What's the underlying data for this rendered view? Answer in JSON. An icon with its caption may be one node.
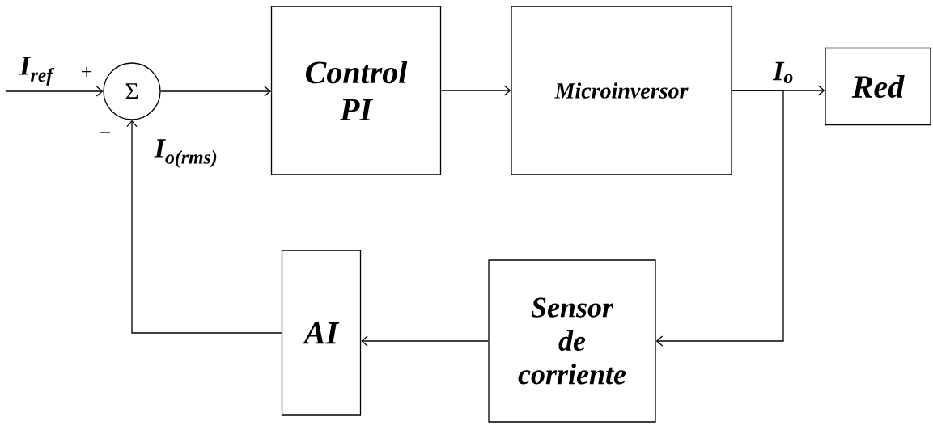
{
  "diagram": {
    "nodes": [
      {
        "text": [
          "Σ"
        ]
      },
      {
        "text": [
          "Control PI"
        ]
      },
      {
        "text": [
          "Microinversor"
        ]
      },
      {
        "text": [
          "Red"
        ]
      },
      {
        "text": [
          "AI"
        ]
      },
      {
        "text": [
          "Sensor de corriente"
        ]
      }
    ],
    "edges": [
      {
        "from": null,
        "to": 0,
        "arrow": "to"
      },
      {
        "from": 0,
        "to": 1,
        "arrow": "to"
      },
      {
        "from": 1,
        "to": 2,
        "arrow": "to"
      },
      {
        "from": 2,
        "to": 3,
        "arrow": "to"
      },
      {
        "from": 2,
        "to": 5,
        "arrow": "to"
      },
      {
        "from": 5,
        "to": 4,
        "arrow": "to"
      },
      {
        "from": 4,
        "to": 0,
        "arrow": "to"
      }
    ],
    "labels": [
      "I$_{ref}$",
      "+",
      "−",
      "I$_{o(rms)}$",
      "I$_{o}$"
    ]
  }
}
